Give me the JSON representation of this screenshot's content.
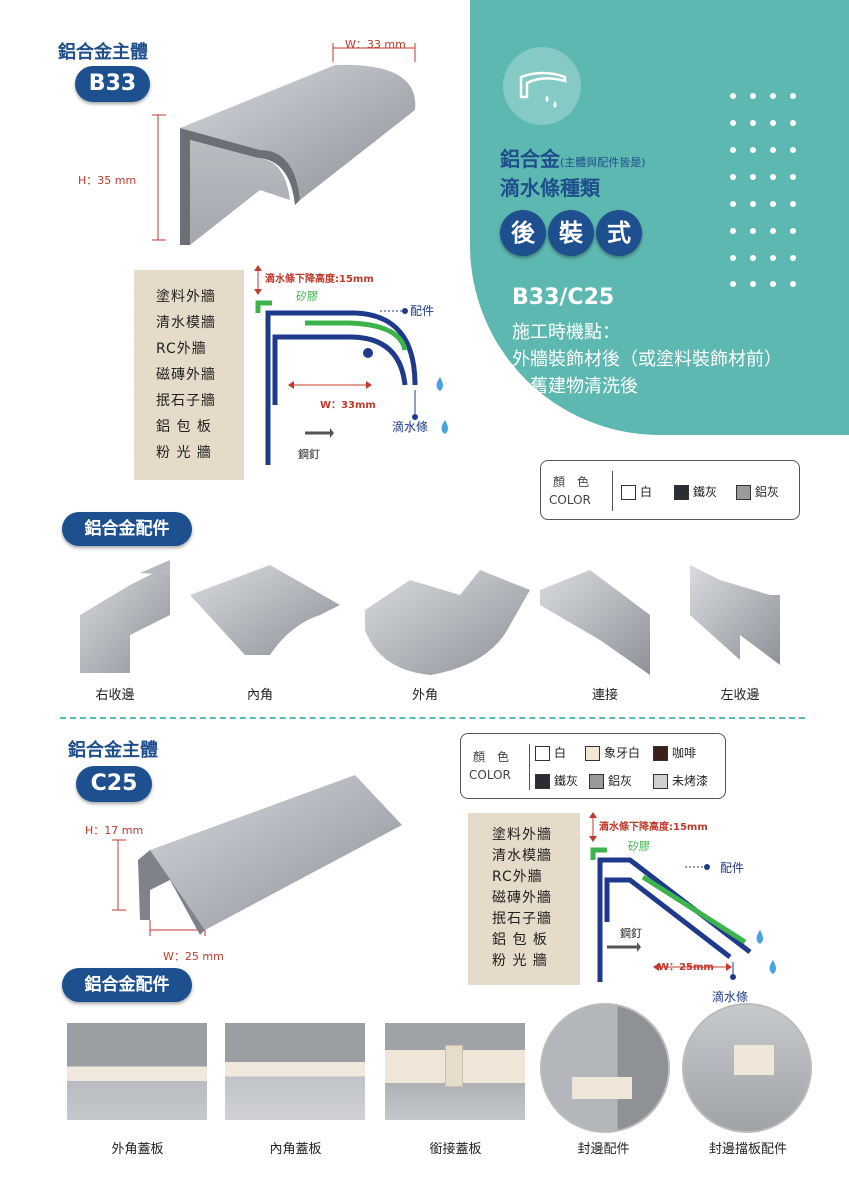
{
  "b33": {
    "heading": "鋁合金主體",
    "model": "B33",
    "width": "W：33 mm",
    "height": "H：35 mm"
  },
  "teal_panel": {
    "title_main": "鋁合金",
    "title_note": "(主體與配件皆是)",
    "subtitle": "滴水條種類",
    "style_chars": [
      "後",
      "裝",
      "式"
    ],
    "code": "B33/C25",
    "timing_1": "施工時機點：",
    "timing_2": "外牆裝飾材後（或塗料裝飾材前）",
    "timing_3": "、舊建物清洗後",
    "bg_color": "#5db8b1"
  },
  "diagram1": {
    "walls": [
      "塗料外牆",
      "清水模牆",
      "RC外牆",
      "磁磚外牆",
      "抿石子牆",
      "鋁 包 板",
      "粉 光 牆"
    ],
    "drop_height": "滴水條下降高度:15mm",
    "silicone": "矽膠",
    "fitting": "配件",
    "width": "W：33mm",
    "drip": "滴水條",
    "nail": "鋼釘"
  },
  "colors1": {
    "label_1": "顏　色",
    "label_2": "COLOR",
    "items": [
      {
        "name": "白",
        "color": "#ffffff"
      },
      {
        "name": "鐵灰",
        "color": "#2a2d33"
      },
      {
        "name": "鋁灰",
        "color": "#9a9a9a"
      }
    ]
  },
  "fittings1": {
    "heading": "鋁合金配件",
    "items": [
      "右收邊",
      "內角",
      "外角",
      "連接",
      "左收邊"
    ]
  },
  "c25": {
    "heading": "鋁合金主體",
    "model": "C25",
    "height": "H：17 mm",
    "width": "W：25 mm"
  },
  "colors2": {
    "label_1": "顏　色",
    "label_2": "COLOR",
    "items": [
      {
        "name": "白",
        "color": "#ffffff"
      },
      {
        "name": "象牙白",
        "color": "#f3e6d6"
      },
      {
        "name": "咖啡",
        "color": "#3a1f1a"
      },
      {
        "name": "鐵灰",
        "color": "#2a2d33"
      },
      {
        "name": "鋁灰",
        "color": "#9a9a9a"
      },
      {
        "name": "未烤漆",
        "color": "#d0d0d0"
      }
    ]
  },
  "diagram2": {
    "walls": [
      "塗料外牆",
      "清水模牆",
      "RC外牆",
      "磁磚外牆",
      "抿石子牆",
      "鋁 包 板",
      "粉 光 牆"
    ],
    "drop_height": "滴水條下降高度:15mm",
    "silicone": "矽膠",
    "fitting": "配件",
    "nail": "鋼釘",
    "width": "W：25mm",
    "drip": "滴水條"
  },
  "fittings2": {
    "heading": "鋁合金配件",
    "items": [
      "外角蓋板",
      "內角蓋板",
      "銜接蓋板",
      "封邊配件",
      "封邊擋板配件"
    ]
  }
}
